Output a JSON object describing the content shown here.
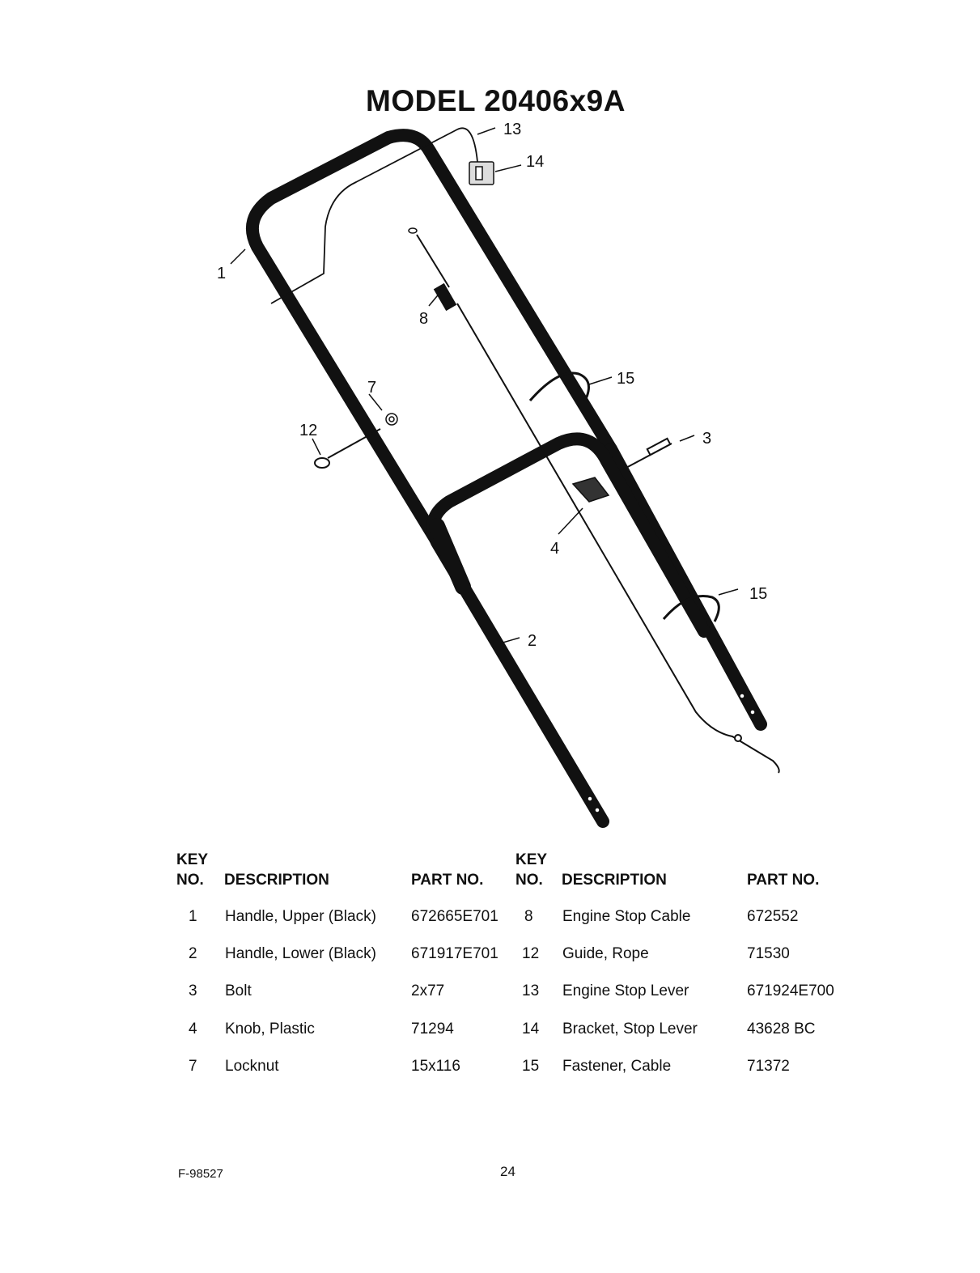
{
  "title": "MODEL 20406x9A",
  "callouts": {
    "c1": "1",
    "c2": "2",
    "c3": "3",
    "c4": "4",
    "c7": "7",
    "c8": "8",
    "c12": "12",
    "c13": "13",
    "c14": "14",
    "c15a": "15",
    "c15b": "15"
  },
  "table": {
    "headers": {
      "key_line1": "KEY",
      "key_line2": "NO.",
      "description": "DESCRIPTION",
      "part_no": "PART NO."
    },
    "left_rows": [
      {
        "key": "1",
        "description": "Handle, Upper (Black)",
        "part": "672665E701"
      },
      {
        "key": "2",
        "description": "Handle, Lower (Black)",
        "part": "671917E701"
      },
      {
        "key": "3",
        "description": "Bolt",
        "part": "2x77"
      },
      {
        "key": "4",
        "description": "Knob, Plastic",
        "part": "71294"
      },
      {
        "key": "7",
        "description": "Locknut",
        "part": "15x116"
      }
    ],
    "right_rows": [
      {
        "key": "8",
        "description": "Engine Stop Cable",
        "part": "672552"
      },
      {
        "key": "12",
        "description": "Guide, Rope",
        "part": "71530"
      },
      {
        "key": "13",
        "description": "Engine Stop Lever",
        "part": "671924E700"
      },
      {
        "key": "14",
        "description": "Bracket, Stop Lever",
        "part": "43628 BC"
      },
      {
        "key": "15",
        "description": "Fastener, Cable",
        "part": "71372"
      }
    ]
  },
  "footer": {
    "form_no": "F-98527",
    "page_no": "24"
  }
}
